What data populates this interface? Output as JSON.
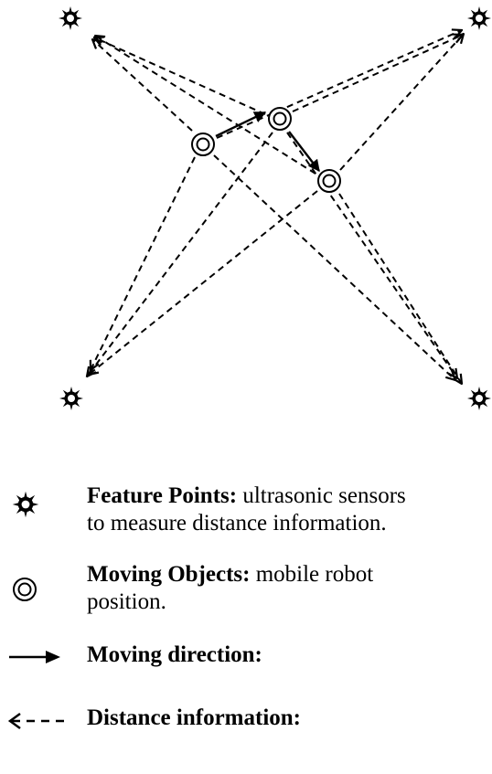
{
  "diagram": {
    "colors": {
      "stroke": "#000000",
      "background": "#ffffff"
    },
    "nodes": {
      "sensors": [
        {
          "id": "sensor-top-left",
          "icon": "sun-gear-icon"
        },
        {
          "id": "sensor-top-right",
          "icon": "sun-gear-icon"
        },
        {
          "id": "sensor-bottom-left",
          "icon": "sun-gear-icon"
        },
        {
          "id": "sensor-bottom-right",
          "icon": "sun-gear-icon"
        }
      ],
      "robot_positions": [
        {
          "id": "robot-position-1",
          "icon": "double-circle-icon"
        },
        {
          "id": "robot-position-2",
          "icon": "double-circle-icon"
        },
        {
          "id": "robot-position-3",
          "icon": "double-circle-icon"
        }
      ]
    },
    "edges": {
      "distance_information": "dashed arrows from each robot position to each sensor",
      "moving_direction": "solid arrows between consecutive robot positions"
    }
  },
  "legend": [
    {
      "id": "feature-points",
      "icon": "sun-gear-icon",
      "term": "Feature Points:",
      "line1": " ultrasonic sensors",
      "line2": "to measure distance information."
    },
    {
      "id": "moving-objects",
      "icon": "double-circle-icon",
      "term": "Moving Objects:",
      "line1": " mobile robot",
      "line2": "position."
    },
    {
      "id": "moving-direction",
      "icon": "solid-arrow-icon",
      "term": "Moving direction:",
      "line1": "",
      "line2": ""
    },
    {
      "id": "distance-information",
      "icon": "dashed-arrow-icon",
      "term": "Distance information:",
      "line1": "",
      "line2": ""
    }
  ]
}
